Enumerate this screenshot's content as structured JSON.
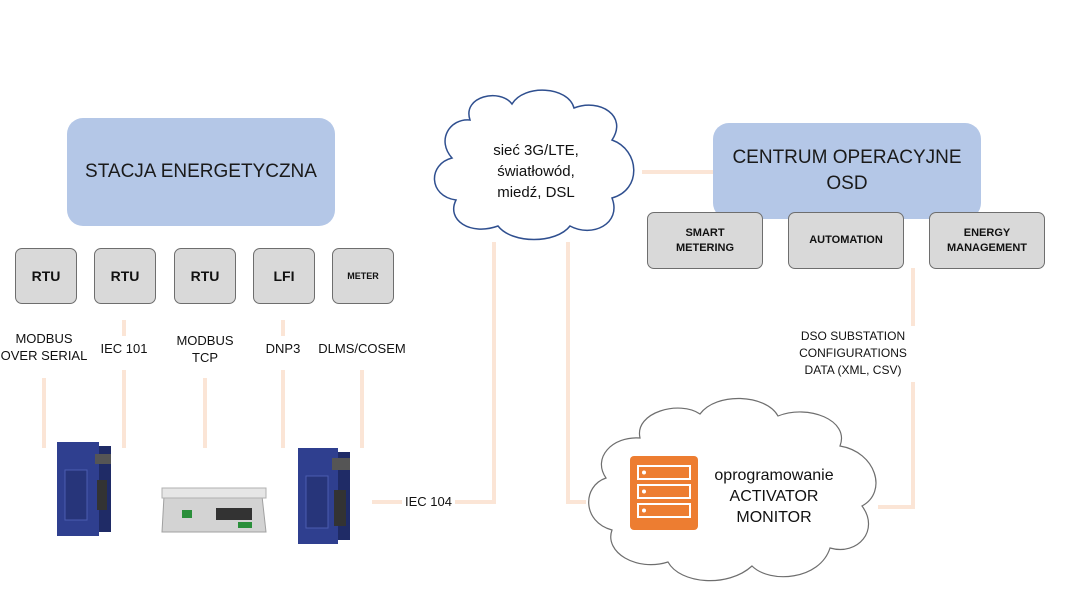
{
  "station": {
    "label": "STACJA ENERGETYCZNA"
  },
  "center": {
    "line1": "CENTRUM OPERACYJNE",
    "line2": "OSD"
  },
  "devices": [
    {
      "label": "RTU",
      "protocol": [
        "MODBUS",
        "OVER SERIAL"
      ]
    },
    {
      "label": "RTU",
      "protocol": [
        "IEC 101"
      ]
    },
    {
      "label": "RTU",
      "protocol": [
        "MODBUS",
        "TCP"
      ]
    },
    {
      "label": "LFI",
      "protocol": [
        "DNP3"
      ]
    },
    {
      "label": "METER",
      "protocol": [
        "DLMS/COSEM"
      ]
    }
  ],
  "modules": [
    {
      "line1": "SMART",
      "line2": "METERING"
    },
    {
      "line1": "AUTOMATION",
      "line2": ""
    },
    {
      "line1": "ENERGY",
      "line2": "MANAGEMENT"
    }
  ],
  "network_cloud": {
    "lines": [
      "sieć 3G/LTE,",
      "światłowód,",
      "miedź, DSL"
    ]
  },
  "dso_data": {
    "lines": [
      "DSO SUBSTATION",
      "CONFIGURATIONS",
      "DATA (XML, CSV)"
    ]
  },
  "link_label": "IEC 104",
  "software_cloud": {
    "lines": [
      "oprogramowanie",
      "ACTIVATOR",
      "MONITOR"
    ]
  },
  "colors": {
    "box_blue": "#b4c7e7",
    "connector": "#fbe5d6",
    "server_orange": "#ed7d31",
    "router_blue": "#2f3f8f",
    "module_gray": "#d9d9d9"
  },
  "icons": [
    "router-device-icon",
    "gateway-device-icon",
    "server-rack-icon"
  ]
}
